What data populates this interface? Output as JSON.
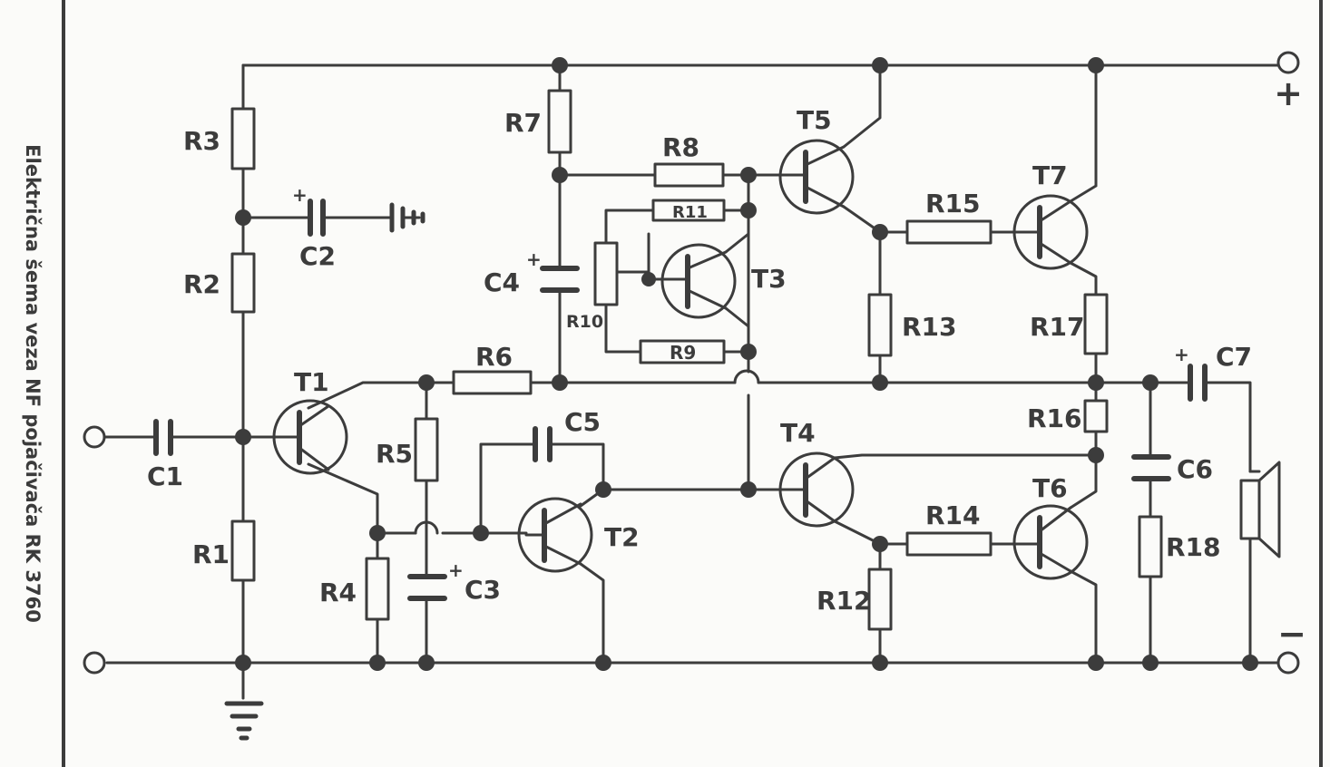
{
  "caption": "Električna šema veza NF pojačivača RK 3760",
  "colors": {
    "ink": "#3c3c3c",
    "paper": "#fbfbf9"
  },
  "terminals": {
    "plus": "+",
    "minus": "−"
  },
  "resistors": {
    "R1": "R1",
    "R2": "R2",
    "R3": "R3",
    "R4": "R4",
    "R5": "R5",
    "R6": "R6",
    "R7": "R7",
    "R8": "R8",
    "R9": "R9",
    "R10": "R10",
    "R11": "R11",
    "R12": "R12",
    "R13": "R13",
    "R14": "R14",
    "R15": "R15",
    "R16": "R16",
    "R17": "R17",
    "R18": "R18"
  },
  "capacitors": {
    "C1": "C1",
    "C2": "C2",
    "C3": "C3",
    "C4": "C4",
    "C5": "C5",
    "C6": "C6",
    "C7": "C7"
  },
  "transistors": {
    "T1": "T1",
    "T2": "T2",
    "T3": "T3",
    "T4": "T4",
    "T5": "T5",
    "T6": "T6",
    "T7": "T7"
  },
  "polarity_mark": "+"
}
